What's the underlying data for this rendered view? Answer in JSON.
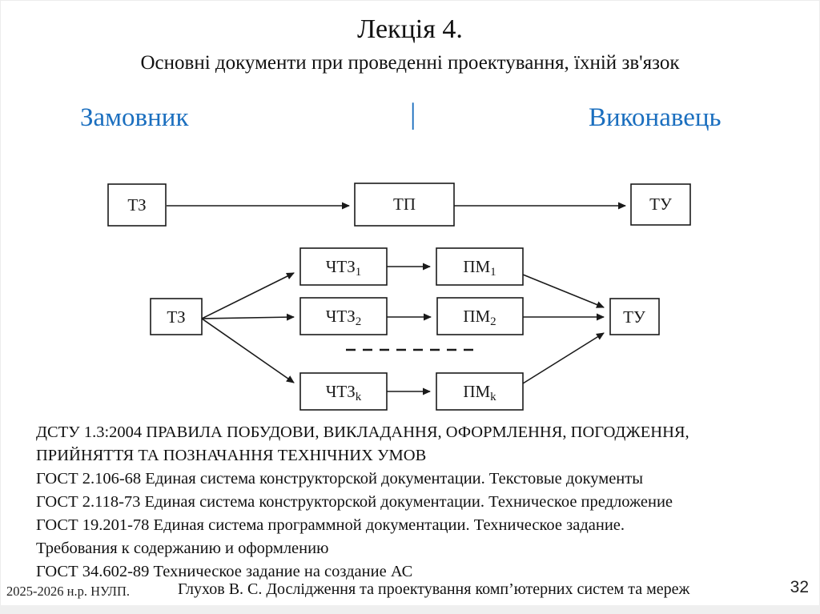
{
  "slide": {
    "title": "Лекція 4.",
    "subtitle": "Основні документи при проведенні проектування, їхній зв'язок",
    "parties": {
      "left": "Замовник",
      "separator": "|",
      "right": "Виконавець",
      "accent_color": "#1b6fbf"
    },
    "diagram": {
      "top_flow": [
        "ТЗ",
        "ТП",
        "ТУ"
      ],
      "detail_flow": {
        "source": "ТЗ",
        "sink": "ТУ",
        "branches": [
          {
            "task_base": "ЧТЗ",
            "task_sub": "1",
            "module_base": "ПМ",
            "module_sub": "1"
          },
          {
            "task_base": "ЧТЗ",
            "task_sub": "2",
            "module_base": "ПМ",
            "module_sub": "2"
          },
          {
            "task_base": "ЧТЗ",
            "task_sub": "k",
            "module_base": "ПМ",
            "module_sub": "k"
          }
        ]
      }
    },
    "standards": {
      "lines": [
        "ДСТУ 1.3:2004 ПРАВИЛА ПОБУДОВИ, ВИКЛАДАННЯ, ОФОРМЛЕННЯ, ПОГОДЖЕННЯ,",
        "ПРИЙНЯТТЯ ТА ПОЗНАЧАННЯ ТЕХНІЧНИХ УМОВ",
        "ГОСТ 2.106-68 Единая система конструкторской документации. Текстовые документы",
        "ГОСТ 2.118-73 Единая система конструкторской документации. Техническое предложение",
        "ГОСТ 19.201-78 Единая система программной документации. Техническое задание.",
        "Требования к содержанию и оформлению",
        "ГОСТ 34.602-89 Техническое задание на создание АС"
      ]
    },
    "footer": {
      "left": "2025-2026 н.р. НУЛП.",
      "center": "Глухов В. С. Дослідження та проектування комп’ютерних систем та мереж",
      "page": "32"
    }
  }
}
